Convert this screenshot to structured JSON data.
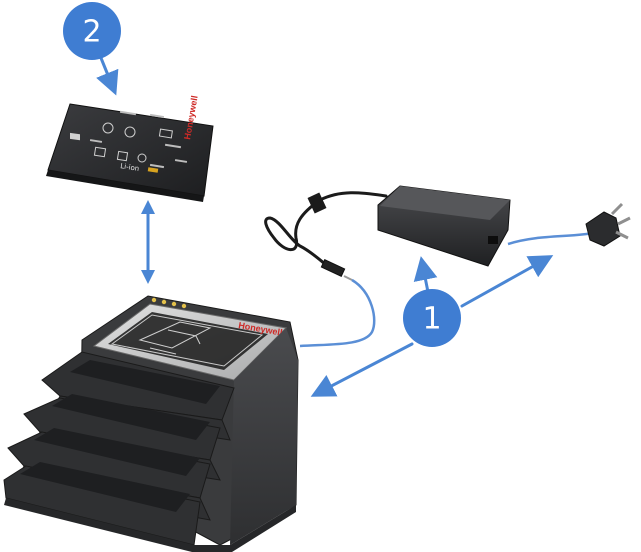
{
  "callouts": [
    {
      "id": "callout-1",
      "number": "1"
    },
    {
      "id": "callout-2",
      "number": "2"
    }
  ],
  "battery": {
    "brand": "Honeywell",
    "label_text": "Li-ion"
  },
  "charger": {
    "brand": "Honeywell"
  },
  "colors": {
    "callout_fill": "#3f7dd2",
    "arrow": "#4a86d4",
    "cable_blue": "#5b8fd6",
    "charger_body": "#3a3b3d",
    "charger_top": "#c9c9c9",
    "adapter": "#2a2b2d",
    "battery": "#2b2c2e",
    "brand_red": "#cf2a27"
  }
}
